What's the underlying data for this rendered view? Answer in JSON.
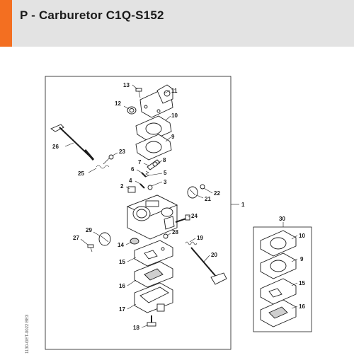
{
  "header": {
    "title": "P - Carburetor C1Q-S152",
    "accent_color": "#f36f21",
    "band_color": "#e3e3e3"
  },
  "side_code": "1130-GET-0022 BE3",
  "assembly_label": "1",
  "kit_label": "30",
  "callouts": [
    "2",
    "3",
    "4",
    "5",
    "6",
    "7",
    "8",
    "9",
    "10",
    "11",
    "12",
    "13",
    "14",
    "15",
    "16",
    "17",
    "18",
    "19",
    "20",
    "21",
    "22",
    "23",
    "24",
    "25",
    "26",
    "27",
    "28",
    "29"
  ],
  "kit_callouts": [
    "10",
    "9",
    "15",
    "16"
  ]
}
